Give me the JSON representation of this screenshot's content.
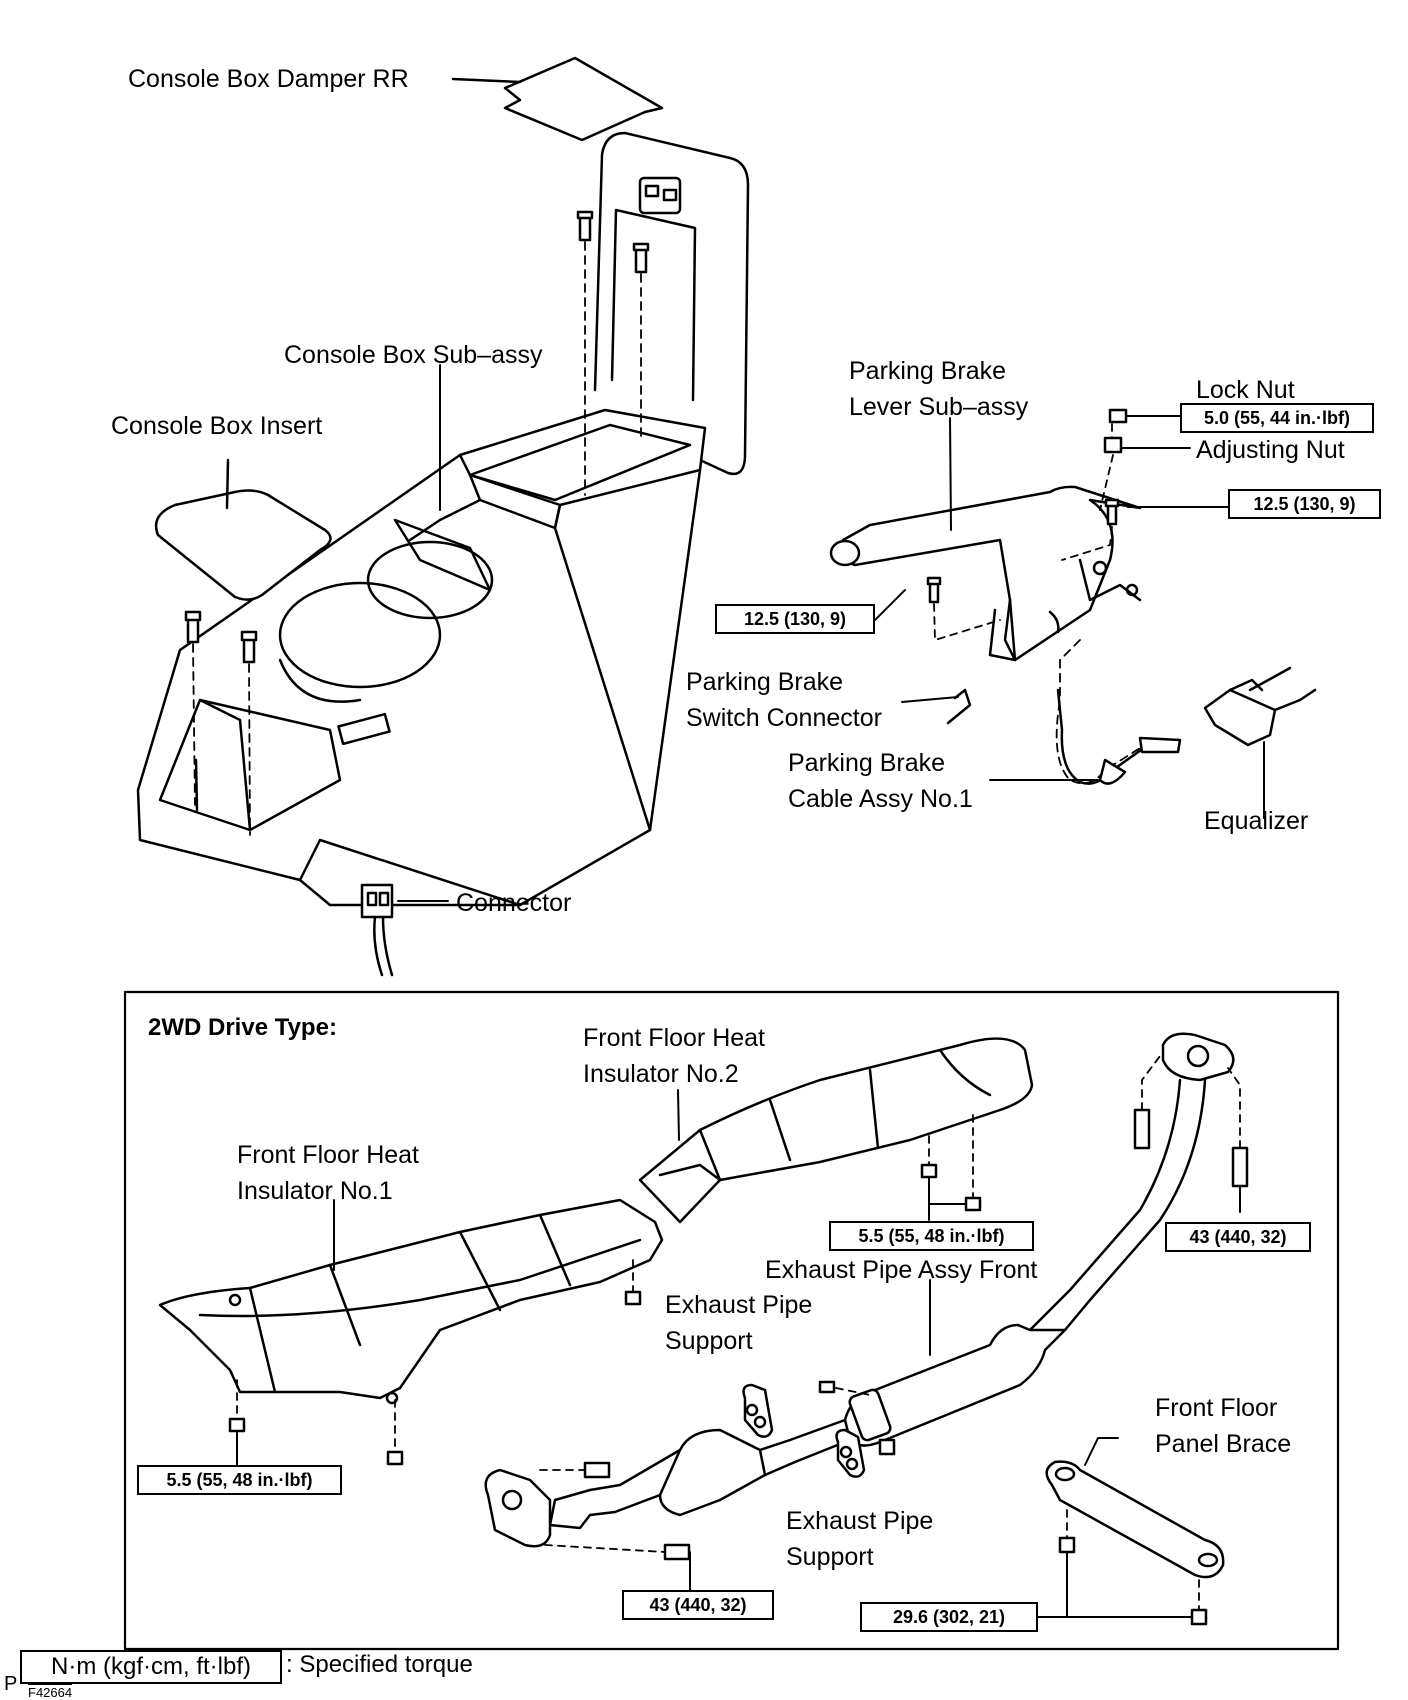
{
  "labels": {
    "console_damper": "Console Box Damper RR",
    "console_sub_assy": "Console Box Sub–assy",
    "console_insert": "Console Box Insert",
    "brake_lever_1": "Parking Brake",
    "brake_lever_2": "Lever Sub–assy",
    "lock_nut": "Lock Nut",
    "adjusting_nut": "Adjusting Nut",
    "brake_switch_1": "Parking Brake",
    "brake_switch_2": "Switch Connector",
    "brake_cable_1": "Parking Brake",
    "brake_cable_2": "Cable Assy No.1",
    "equalizer": "Equalizer",
    "connector": "Connector",
    "drive_type": "2WD Drive Type:",
    "insulator2_1": "Front Floor Heat",
    "insulator2_2": "Insulator No.2",
    "insulator1_1": "Front Floor Heat",
    "insulator1_2": "Insulator No.1",
    "exhaust_front": "Exhaust Pipe Assy Front",
    "exhaust_support_a_1": "Exhaust Pipe",
    "exhaust_support_a_2": "Support",
    "exhaust_support_b_1": "Exhaust Pipe",
    "exhaust_support_b_2": "Support",
    "panel_brace_1": "Front Floor",
    "panel_brace_2": "Panel Brace"
  },
  "torques": {
    "lock_nut": "5.0 (55, 44 in.·lbf)",
    "lever_right": "12.5 (130, 9)",
    "lever_left": "12.5 (130, 9)",
    "insulator2": "5.5 (55, 48 in.·lbf)",
    "exhaust_top": "43 (440, 32)",
    "insulator1": "5.5 (55, 48 in.·lbf)",
    "exhaust_bottom": "43 (440, 32)",
    "brace": "29.6 (302, 21)"
  },
  "legend": {
    "unit": "N·m (kgf·cm, ft·lbf)",
    "text": ": Specified torque"
  },
  "footer": {
    "prefix": "P",
    "code": "F42664"
  }
}
